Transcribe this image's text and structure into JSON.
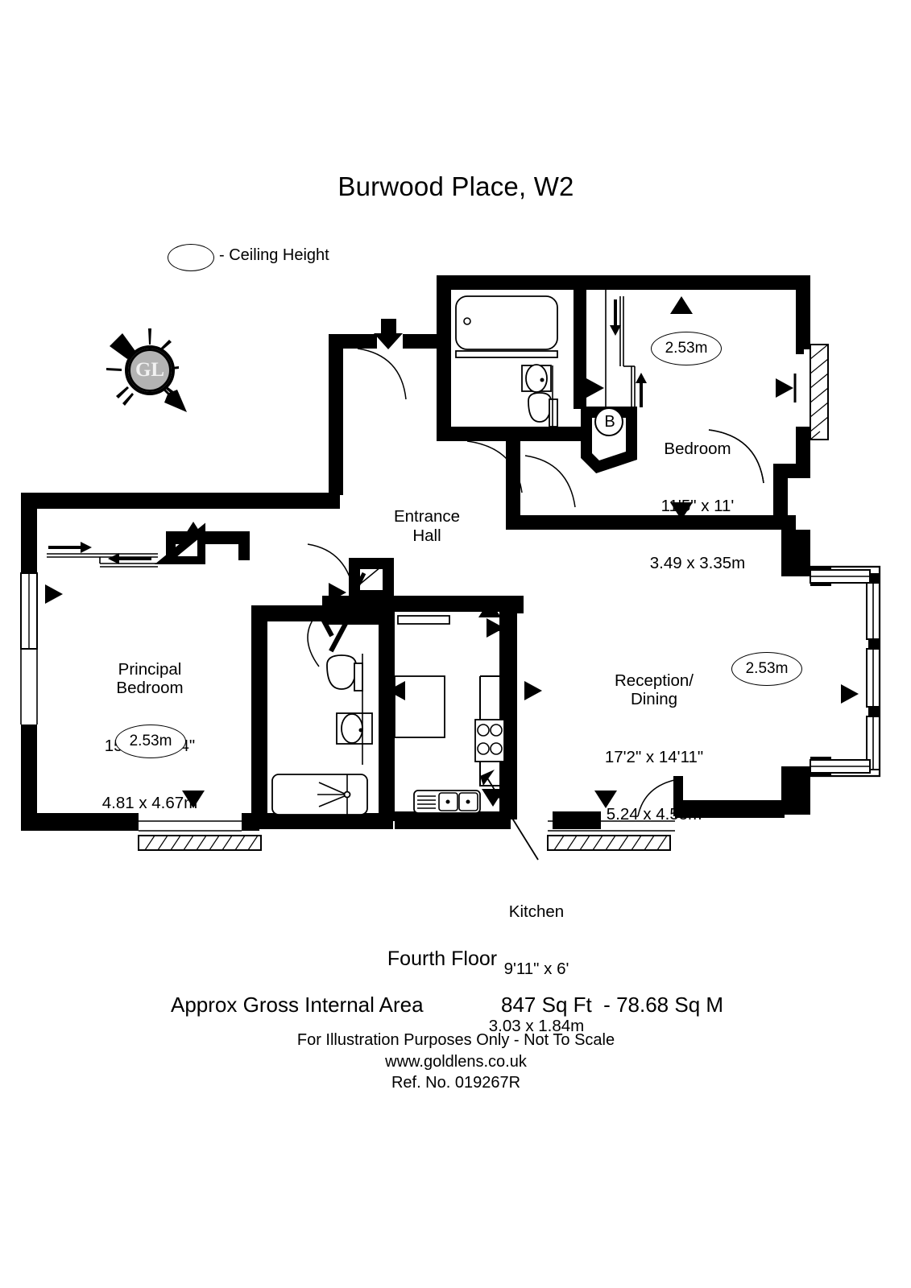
{
  "title": "Burwood Place, W2",
  "legend": {
    "symbol": "ellipse",
    "label": "- Ceiling Height"
  },
  "compass": {
    "logo_text": "GL",
    "name": "gl-compass-logo"
  },
  "rooms": [
    {
      "key": "bedroom",
      "name": "Bedroom",
      "imperial": "11'5\" x 11'",
      "metric": "3.49 x 3.35m",
      "ceiling": "2.53m"
    },
    {
      "key": "principal",
      "name": "Principal\nBedroom",
      "imperial": "15'9\" x 15'4\"",
      "metric": "4.81 x 4.67m",
      "ceiling": "2.53m"
    },
    {
      "key": "reception",
      "name": "Reception/\nDining",
      "imperial": "17'2\" x 14'11\"",
      "metric": "5.24 x 4.55m",
      "ceiling": "2.53m"
    },
    {
      "key": "kitchen",
      "name": "Kitchen",
      "imperial": "9'11\" x 6'",
      "metric": "3.03 x 1.84m",
      "ceiling": ""
    },
    {
      "key": "hall",
      "name": "Entrance\nHall",
      "imperial": "",
      "metric": "",
      "ceiling": ""
    }
  ],
  "markers": {
    "boiler": "B"
  },
  "footer": {
    "floor": "Fourth Floor",
    "area_label": "Approx Gross Internal Area",
    "area_value": "847 Sq Ft  - 78.68 Sq M",
    "disclaimer": "For Illustration Purposes Only - Not To Scale",
    "website": "www.goldlens.co.uk",
    "reference": "Ref. No. 019267R"
  },
  "colors": {
    "wall": "#000000",
    "background": "#ffffff",
    "logo_disc": "#b3b3b3",
    "logo_text": "#f2f2f2"
  }
}
